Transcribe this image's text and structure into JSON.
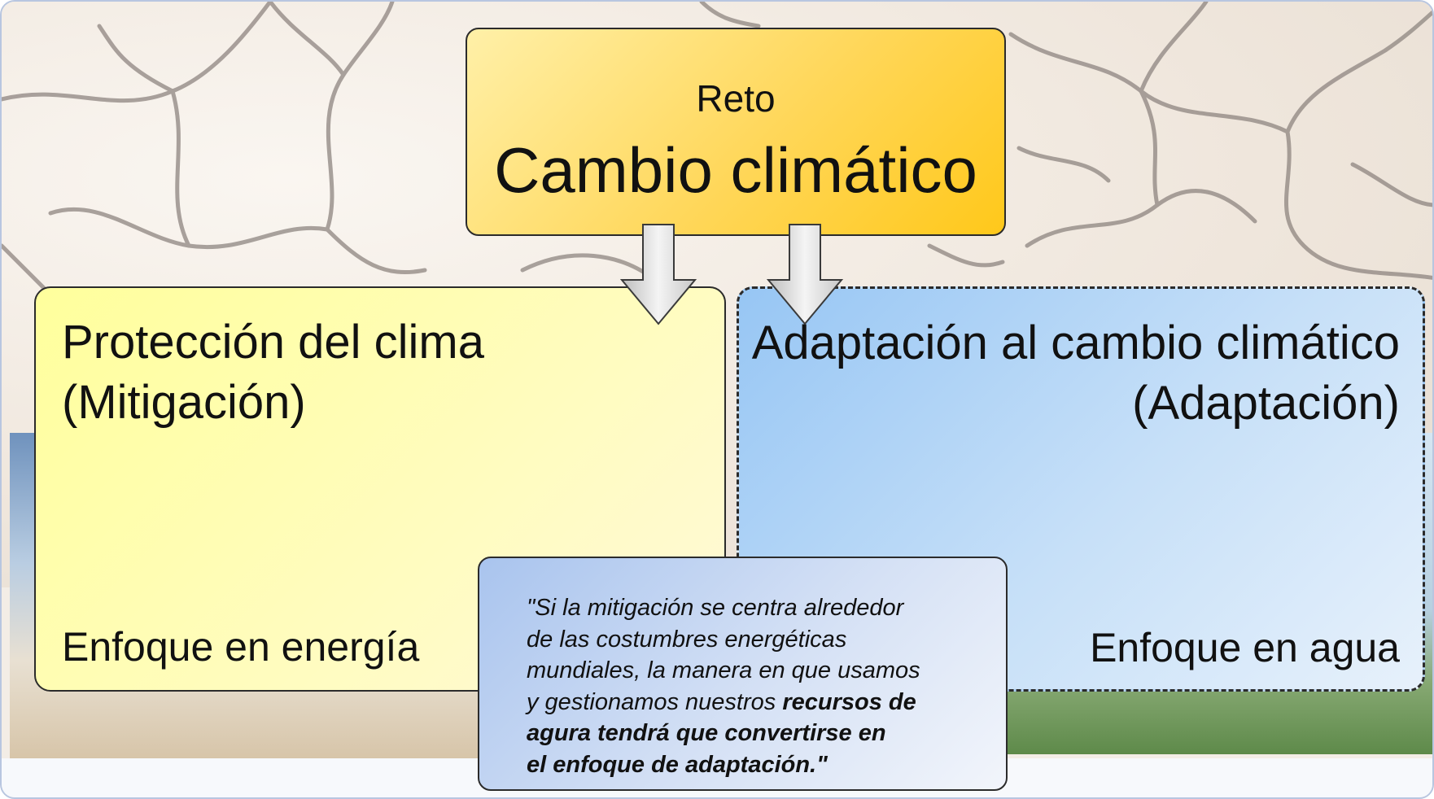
{
  "top": {
    "label": "Reto",
    "title": "Cambio climático"
  },
  "left": {
    "title_line1": "Protección del clima",
    "title_line2": "(Mitigación)",
    "focus": "Enfoque en energía"
  },
  "right": {
    "title_line1": "Adaptación al cambio climático",
    "title_line2": "(Adaptación)",
    "focus": "Enfoque en agua"
  },
  "quote": {
    "line1": "\"Si la mitigación se centra alrededor",
    "line2": "de las costumbres energéticas",
    "line3": "mundiales, la manera en que usamos",
    "line4_plain": "y gestionamos nuestros ",
    "line4_bold": "recursos de",
    "line5": "agura tendrá que convertirse en",
    "line6": "el enfoque de adaptación.\""
  },
  "colors": {
    "top_box": "#ffd75a",
    "left_box": "#ffff9c",
    "right_box": "#97c6f4",
    "quote_box": "#a9c4ee"
  }
}
